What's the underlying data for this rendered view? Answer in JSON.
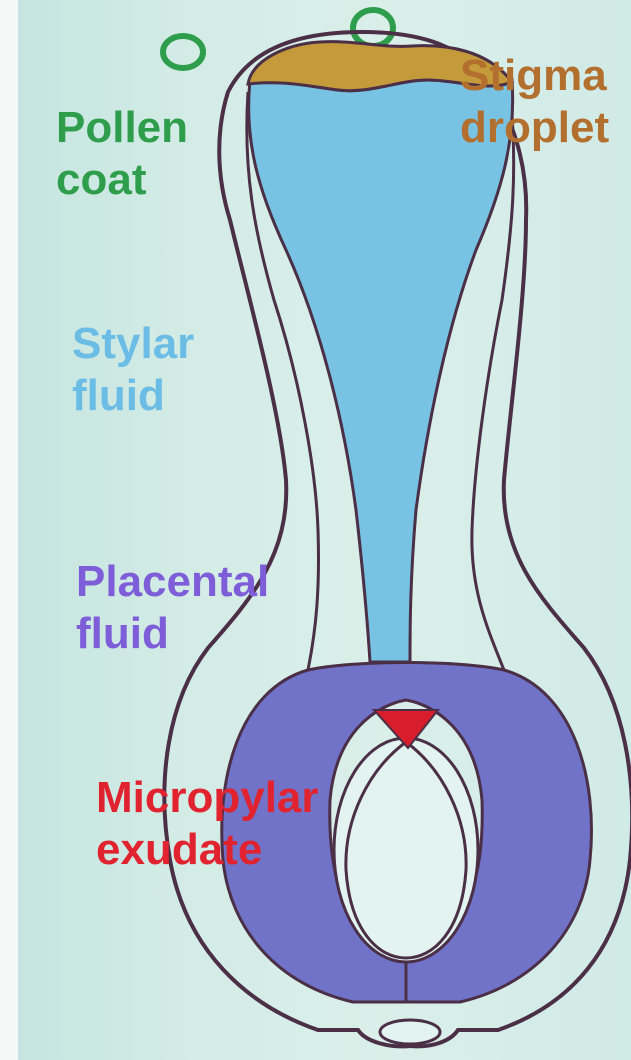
{
  "labels": {
    "pollen_coat": {
      "line1": "Pollen",
      "line2": "coat",
      "color": "#2f9e4c"
    },
    "stigma_droplet": {
      "line1": "Stigma",
      "line2": "droplet",
      "color": "#b36f2e"
    },
    "stylar_fluid": {
      "line1": "Stylar",
      "line2": "fluid",
      "color": "#6cbde6"
    },
    "placental_fluid": {
      "line1": "Placental",
      "line2": "fluid",
      "color": "#7d5ed8"
    },
    "micropylar_exudate": {
      "line1": "Micropylar",
      "line2": "exudate",
      "color": "#e0232e"
    }
  },
  "colors": {
    "outline": "#4a2f47",
    "pollen_ring": "#2f9e4c",
    "stigma_fill": "#c49a3b",
    "stylar_fill": "#78c3e4",
    "placental_fill": "#7173c8",
    "micropylar_fill": "#d81e2c",
    "cavity_fill": "#e3f3f0"
  }
}
